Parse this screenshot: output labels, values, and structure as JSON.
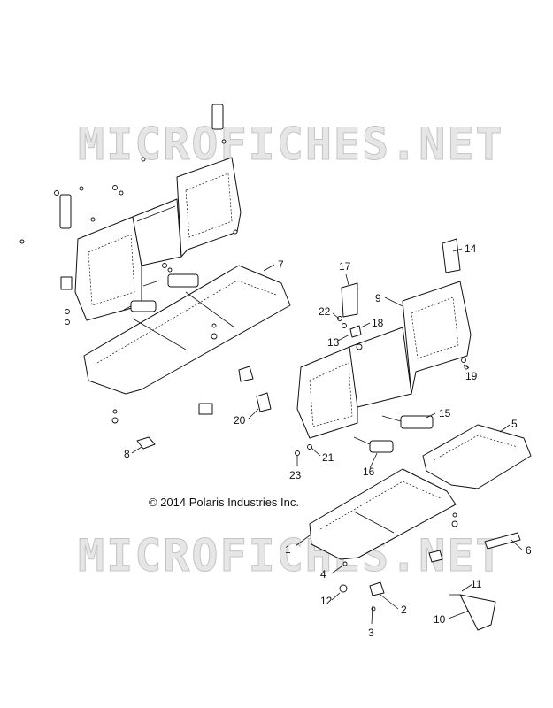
{
  "watermark": "MICROFICHES.NET",
  "copyright": "© 2014 Polaris Industries Inc.",
  "callouts": [
    "1",
    "2",
    "3",
    "4",
    "5",
    "6",
    "7",
    "8",
    "9",
    "10",
    "11",
    "12",
    "13",
    "14",
    "15",
    "16",
    "17",
    "18",
    "19",
    "20",
    "21",
    "22",
    "23"
  ]
}
